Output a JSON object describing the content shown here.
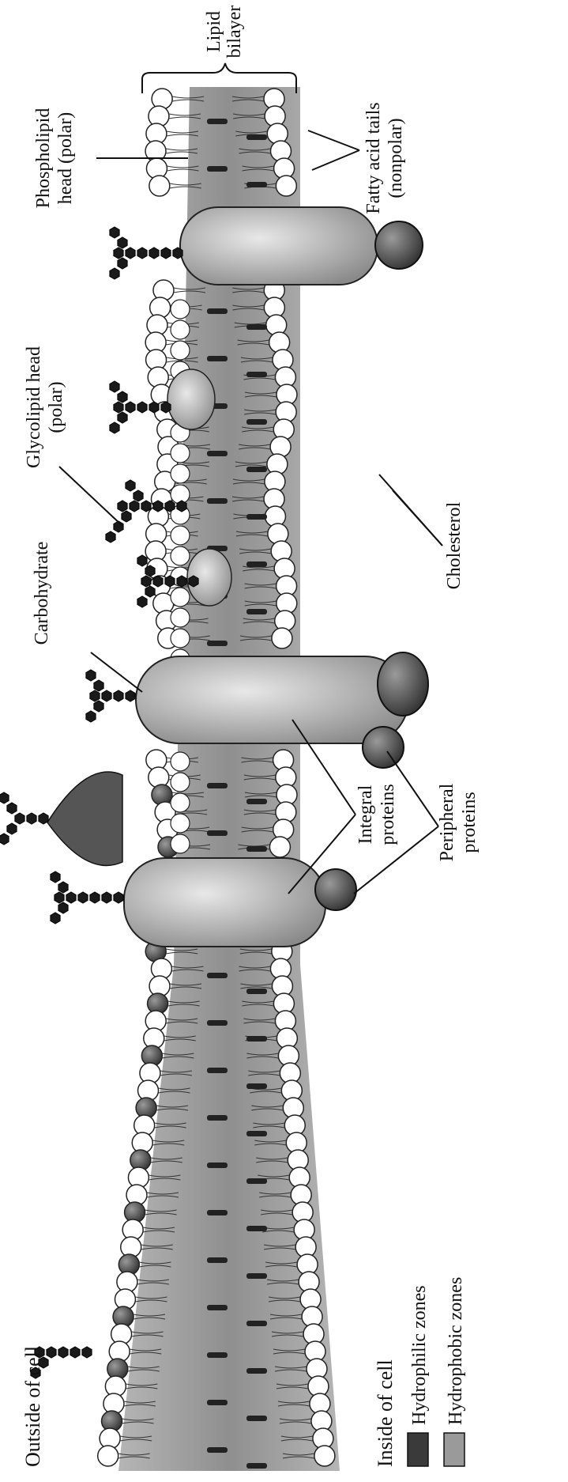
{
  "labels": {
    "lipid_bilayer_1": "Lipid",
    "lipid_bilayer_2": "bilayer",
    "phospholipid_1": "Phospholipid",
    "phospholipid_2": "head (polar)",
    "fatty_acid_1": "Fatty acid tails",
    "fatty_acid_2": "(nonpolar)",
    "glycolipid_1": "Glycolipid head",
    "glycolipid_2": "(polar)",
    "carbohydrate": "Carbohydrate",
    "cholesterol": "Cholesterol",
    "integral_1": "Integral",
    "integral_2": "proteins",
    "peripheral_1": "Peripheral",
    "peripheral_2": "proteins",
    "outside": "Outside of cell",
    "inside": "Inside of cell"
  },
  "legend": [
    {
      "label": "Hydrophilic zones",
      "color": "#3a3a3a"
    },
    {
      "label": "Hydrophobic zones",
      "color": "#9a9a9a"
    }
  ],
  "colors": {
    "head_light": "#ffffff",
    "head_stroke": "#222222",
    "hydrophobic_fill": "#9c9c9c",
    "hydrophilic_fill": "#3a3a3a",
    "protein_fill": "#cfcfcf",
    "carb_fill": "#1a1a1a"
  }
}
